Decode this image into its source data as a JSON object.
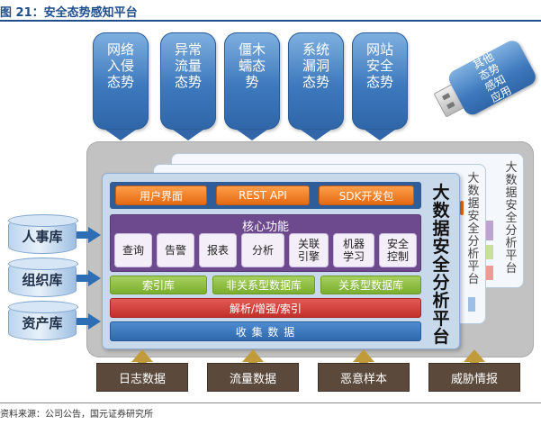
{
  "figure": {
    "title": "图 21：安全态势感知平台",
    "source": "资料来源：公司公告，国元证券研究所"
  },
  "apps": [
    {
      "label": "网络\n入侵\n态势"
    },
    {
      "label": "异常\n流量\n态势"
    },
    {
      "label": "僵木\n蠕态\n势"
    },
    {
      "label": "系统\n漏洞\n态势"
    },
    {
      "label": "网站\n安全\n态势"
    }
  ],
  "usb": {
    "label": "其他\n态势\n感知\n应用"
  },
  "platform": {
    "title": "大\n数\n据\n安\n全\n分\n析\n平\n台",
    "stack_title_1": "大\n数\n据\n安\n全\n分\n析\n平\n台",
    "stack_title_2": "大\n数\n据\n安\n全\n分\n析\n平\n台",
    "ui_layer": [
      "用户界面",
      "REST API",
      "SDK开发包"
    ],
    "core_title": "核心功能",
    "core_items": [
      "查询",
      "告警",
      "报表",
      "分析",
      "关联\n引擎",
      "机器\n学习",
      "安全\n控制"
    ],
    "index_layer": [
      "索引库",
      "非关系型数据库",
      "关系型数据库"
    ],
    "parse_layer": "解析/增强/索引",
    "collect_layer": "收 集 数 据"
  },
  "databases": [
    "人事库",
    "组织库",
    "资产库"
  ],
  "sources": [
    "日志数据",
    "流量数据",
    "恶意样本",
    "威胁情报"
  ],
  "colors": {
    "app_blue": "#3e79bd",
    "ui_orange": "#e46a12",
    "core_purple": "#6d4a8e",
    "index_green": "#7aae2e",
    "parse_red": "#c2302b",
    "collect_blue": "#2e68ad",
    "source_brown": "#5b4a3b",
    "arrow_gold": "#c19a3c"
  }
}
